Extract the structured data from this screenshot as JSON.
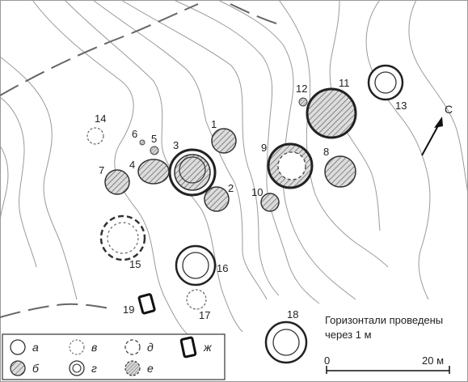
{
  "map": {
    "north_label": "С",
    "note_line1": "Горизонтали проведены",
    "note_line2": "через 1 м",
    "scale_start": "0",
    "scale_end": "20 м"
  },
  "features": [
    {
      "id": "1",
      "type": "б"
    },
    {
      "id": "2",
      "type": "б"
    },
    {
      "id": "3",
      "type": "б"
    },
    {
      "id": "4",
      "type": "б"
    },
    {
      "id": "5",
      "type": "е"
    },
    {
      "id": "6",
      "type": "е"
    },
    {
      "id": "7",
      "type": "б"
    },
    {
      "id": "8",
      "type": "б"
    },
    {
      "id": "9",
      "type": "б"
    },
    {
      "id": "10",
      "type": "б"
    },
    {
      "id": "11",
      "type": "б"
    },
    {
      "id": "12",
      "type": "е"
    },
    {
      "id": "13",
      "type": "г"
    },
    {
      "id": "14",
      "type": "в"
    },
    {
      "id": "15",
      "type": "д"
    },
    {
      "id": "16",
      "type": "г"
    },
    {
      "id": "17",
      "type": "в"
    },
    {
      "id": "18",
      "type": "г"
    },
    {
      "id": "19",
      "type": "ж"
    }
  ],
  "legend": [
    {
      "key": "а"
    },
    {
      "key": "б"
    },
    {
      "key": "в"
    },
    {
      "key": "г"
    },
    {
      "key": "д"
    },
    {
      "key": "е"
    },
    {
      "key": "ж"
    }
  ]
}
